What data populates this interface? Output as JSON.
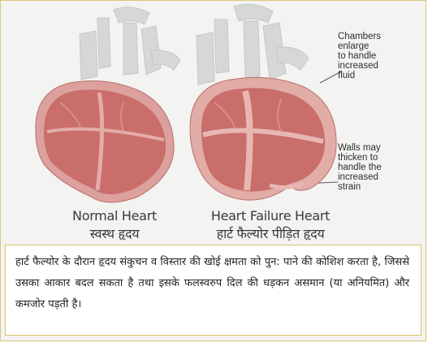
{
  "labels": {
    "normal_en": "Normal Heart",
    "normal_hi": "स्वस्थ हृदय",
    "failure_en": "Heart Failure Heart",
    "failure_hi": "हार्ट फैल्योर पीड़ित हृदय"
  },
  "annotations": {
    "chambers": "Chambers\nenlarge\nto handle\nincreased\nfluid",
    "walls": "Walls may\nthicken to\nhandle the\nincreased\nstrain"
  },
  "caption": "हार्ट फैल्योर के दौरान हृदय संकुचन व विस्तार की खोई क्षमता को पुन: पाने की कोशिश करता है, जिससे उसका आकार बदल सकता है तथा इसके फलस्वरुप दिल की धड़कन असमान (या अनियमित) और कमजोर पड़ती है।",
  "colors": {
    "heart_fill": "#c96e6b",
    "heart_wall": "#e0a7a2",
    "vessels": "#d2d4d3",
    "caption_border": "#d6c66a"
  }
}
